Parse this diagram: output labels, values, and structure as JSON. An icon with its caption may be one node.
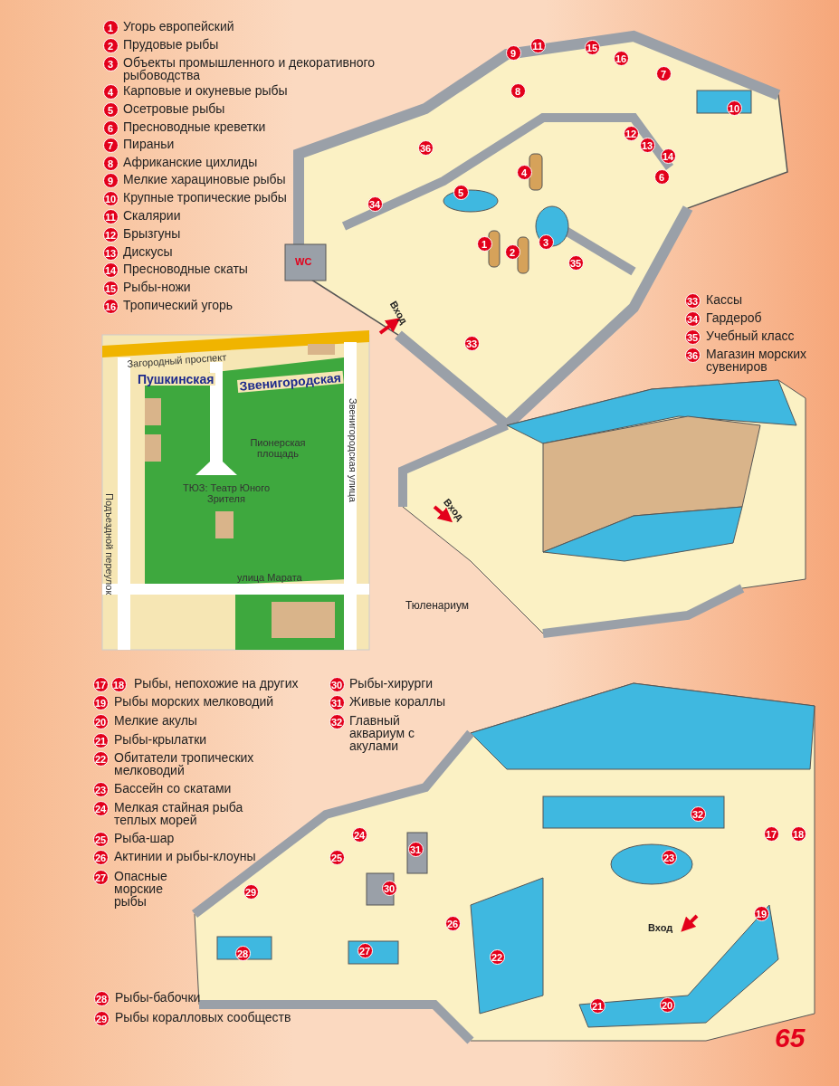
{
  "diagram": {
    "labels": [
      "1",
      "Угорь европейский",
      "2",
      "Прудовые рыбы",
      "3",
      "Объекты промышленного и декоративного рыбоводства",
      "4",
      "Карповые и окуневые рыбы",
      "5",
      "Осетровые рыбы",
      "6",
      "Пресноводные креветки",
      "7",
      "Пираньи",
      "8",
      "Африканские цихлиды",
      "9",
      "Мелкие харациновые рыбы",
      "10",
      "Крупные тропические рыбы",
      "11",
      "Скалярии",
      "12",
      "Брызгуны",
      "13",
      "Дискусы",
      "14",
      "Пресноводные скаты",
      "15",
      "Рыбы-ножи",
      "16",
      "Тропический угорь",
      "9",
      "11",
      "15",
      "16",
      "7",
      "8",
      "10",
      "12",
      "13",
      "36",
      "14",
      "4",
      "6",
      "5",
      "34",
      "3",
      "1",
      "2",
      "WC",
      "35",
      "Вход",
      "33",
      "33",
      "Кассы",
      "34",
      "Гардероб",
      "35",
      "Учебный класс",
      "36",
      "Магазин морских сувениров",
      "Загородный проспект",
      "Пушкинская",
      "Звенигородская",
      "Звенигородская улица",
      "Пионерская площадь",
      "ТЮЗ: Театр Юного Зрителя",
      "Подъездной переулок",
      "улица Марата",
      "Вход",
      "Тюленариум",
      "17",
      "18",
      "Рыбы, непохожие на других",
      "30",
      "Рыбы-хирурги",
      "19",
      "Рыбы морских мелководий",
      "31",
      "Живые кораллы",
      "20",
      "Мелкие акулы",
      "32",
      "Главный аквариум с акулами",
      "21",
      "Рыбы-крылатки",
      "22",
      "Обитатели тропических мелководий",
      "23",
      "Бассейн со скатами",
      "24",
      "Мелкая стайная рыба теплых морей",
      "25",
      "Рыба-шар",
      "26",
      "Актинии и рыбы-клоуны",
      "27",
      "Опасные морские рыбы",
      "32",
      "17",
      "18",
      "24",
      "31",
      "25",
      "23",
      "30",
      "29",
      "19",
      "26",
      "Вход",
      "27",
      "28",
      "22",
      "20",
      "21",
      "28",
      "Рыбы-бабочки",
      "29",
      "Рыбы коралловых сообществ",
      "65"
    ]
  }
}
